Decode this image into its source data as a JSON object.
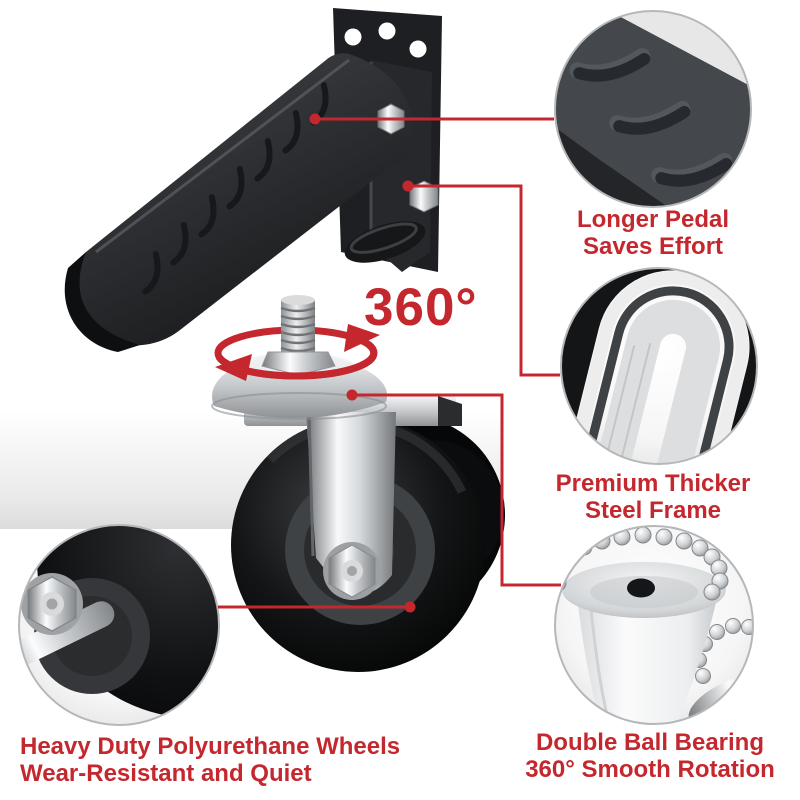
{
  "accent_color": "#c4282e",
  "background_color": "#ffffff",
  "product": {
    "name": "swivel caster wheel with brake pedal",
    "rotation_badge": "360°"
  },
  "callouts": {
    "pedal": {
      "line1": "Longer Pedal",
      "line2": "Saves Effort"
    },
    "frame": {
      "line1": "Premium Thicker",
      "line2": "Steel Frame"
    },
    "bearing": {
      "line1": "Double Ball Bearing",
      "line2": "360° Smooth Rotation"
    },
    "wheel": {
      "line1": "Heavy Duty Polyurethane Wheels",
      "line2": "Wear-Resistant and Quiet"
    }
  },
  "icons": {
    "rotation": "rotation-arrows-ellipse",
    "callout_marker": "red-dot-leader-line"
  }
}
